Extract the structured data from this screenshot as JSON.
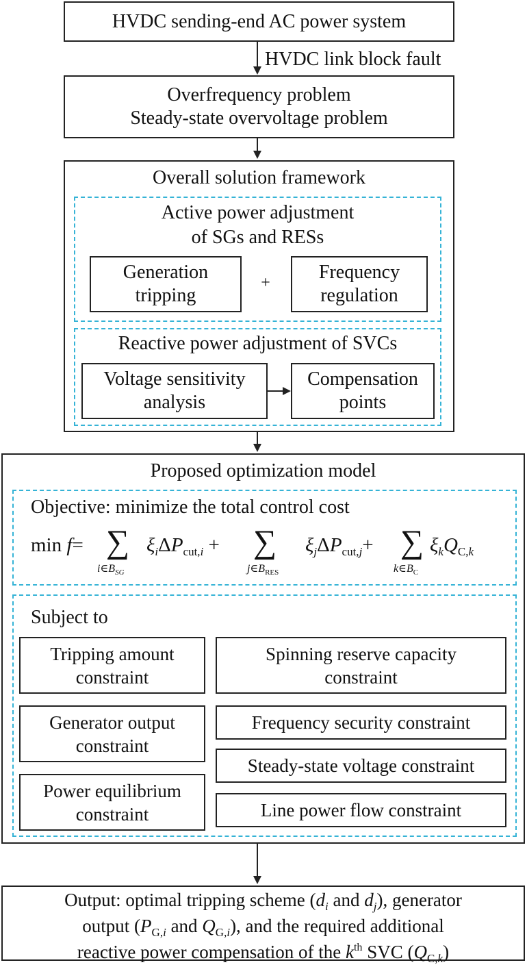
{
  "top_box": "HVDC sending-end AC power system",
  "arrow1_label": "HVDC link block fault",
  "problems": [
    "Overfrequency problem",
    "Steady-state overvoltage problem"
  ],
  "framework": {
    "title": "Overall solution framework",
    "active": {
      "title_lines": [
        "Active power adjustment",
        "of SGs and RESs"
      ],
      "left_lines": [
        "Generation",
        "tripping"
      ],
      "plus": "+",
      "right_lines": [
        "Frequency",
        "regulation"
      ]
    },
    "reactive": {
      "title": "Reactive power adjustment of SVCs",
      "left_lines": [
        "Voltage sensitivity",
        "analysis"
      ],
      "right_lines": [
        "Compensation",
        "points"
      ]
    }
  },
  "model": {
    "title": "Proposed optimization model",
    "objective_label": "Objective: minimize the total control cost",
    "formula": {
      "min": "min",
      "f": "f",
      "eq": "=",
      "sum": "∑",
      "xi": "ξ",
      "delta_p": "ΔP",
      "cut": "cut,",
      "i": "i",
      "j": "j",
      "k": "k",
      "plus": "+",
      "Q": "Q",
      "C": "C,",
      "limit1_pre": "i∈B",
      "limit1_sub": "SG",
      "limit2_pre": "j∈B",
      "limit2_sub": "RES",
      "limit3_pre": "k∈B",
      "limit3_sub": "C"
    },
    "subject_to": "Subject to",
    "constraints_left": [
      [
        "Tripping amount",
        "constraint"
      ],
      [
        "Generator output",
        "constraint"
      ],
      [
        "Power equilibrium",
        "constraint"
      ]
    ],
    "constraints_right": [
      [
        "Spinning reserve capacity",
        "constraint"
      ],
      [
        "Frequency security constraint"
      ],
      [
        "Steady-state voltage constraint"
      ],
      [
        "Line power flow constraint"
      ]
    ]
  },
  "output": {
    "line1_a": "Output: optimal tripping scheme (",
    "d": "d",
    "i": "i",
    "and": " and ",
    "j": "j",
    "line1_b": "), generator",
    "line2_a": "output (",
    "P": "P",
    "Q": "Q",
    "G": "G,",
    "line2_b": "), and the required additional",
    "line3_a": "reactive power compensation of the ",
    "k": "k",
    "th": "th",
    "line3_b": " SVC (",
    "C": "C,",
    "line3_c": ")"
  }
}
